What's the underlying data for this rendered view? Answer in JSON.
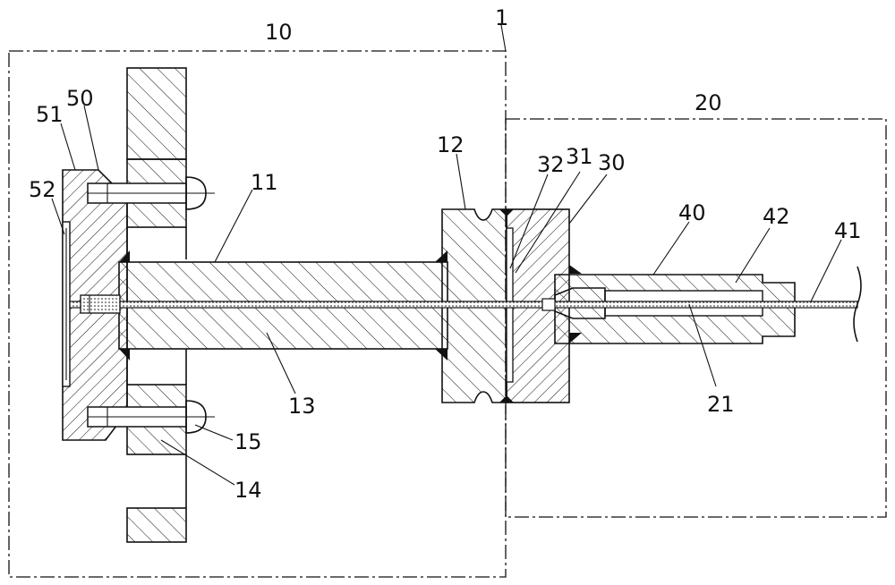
{
  "labels": {
    "l1": "1",
    "l10": "10",
    "l11": "11",
    "l12": "12",
    "l13": "13",
    "l14": "14",
    "l15": "15",
    "l20": "20",
    "l21": "21",
    "l30": "30",
    "l31": "31",
    "l32": "32",
    "l40": "40",
    "l41": "41",
    "l42": "42",
    "l50": "50",
    "l51": "51",
    "l52": "52"
  }
}
